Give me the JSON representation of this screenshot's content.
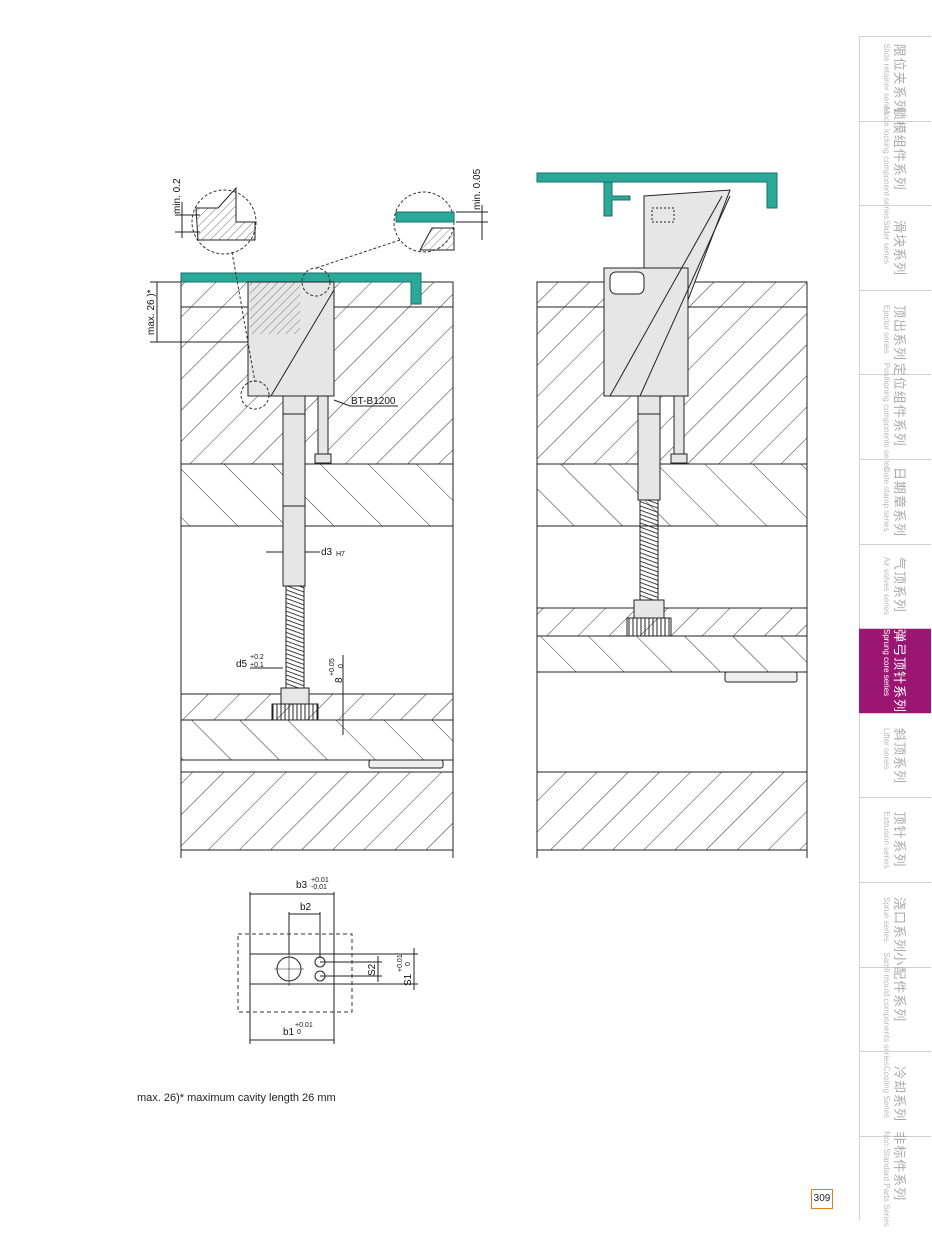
{
  "sidebar": {
    "tabs": [
      {
        "zh": "限位夹系列",
        "en": "Slide retainer series"
      },
      {
        "zh": "锁模组件系列",
        "en": "Mode locking component series"
      },
      {
        "zh": "滑块系列",
        "en": "Slider series"
      },
      {
        "zh": "顶出系列",
        "en": "Ejector series"
      },
      {
        "zh": "定位组件系列",
        "en": "Positioning components series"
      },
      {
        "zh": "日期章系列",
        "en": "Date stamp series"
      },
      {
        "zh": "气顶系列",
        "en": "Air valves series"
      },
      {
        "zh": "弹弓顶针系列",
        "en": "Sprung core series",
        "active": true
      },
      {
        "zh": "斜顶系列",
        "en": "Lifter series"
      },
      {
        "zh": "顶针系列",
        "en": "Extrusion series"
      },
      {
        "zh": "浇口系列",
        "en": "Sprue series"
      },
      {
        "zh": "小配件系列",
        "en": "Samll mould components series"
      },
      {
        "zh": "冷却系列",
        "en": "Cooling Series"
      },
      {
        "zh": "非标件系列",
        "en": "Non-Standard Parts Series"
      }
    ],
    "active_color": "#9b1672"
  },
  "drawing": {
    "labels": {
      "min02": "min. 0.2",
      "min005": "min. 0.05",
      "max26": "max. 26 )*",
      "part": "BT-B1200",
      "d3": "d3",
      "d3_tol": "H7",
      "d5": "d5",
      "d5_up": "+0.2",
      "d5_lo": "+0.1",
      "eight": "8",
      "eight_up": "+0.05",
      "eight_lo": "0",
      "b3": "b3",
      "b3_up": "+0.01",
      "b3_lo": "-0.01",
      "b2": "b2",
      "s2": "S2",
      "s1": "S1",
      "s1_up": "+0.01",
      "s1_lo": "0",
      "b1": "b1",
      "b1_up": "+0.01",
      "b1_lo": "0"
    },
    "colors": {
      "accent": "#2aa89a",
      "part_fill": "#e6e6e6",
      "line": "#222222"
    }
  },
  "footnote": "max. 26)* maximum cavity length 26 mm",
  "page_number": "309"
}
